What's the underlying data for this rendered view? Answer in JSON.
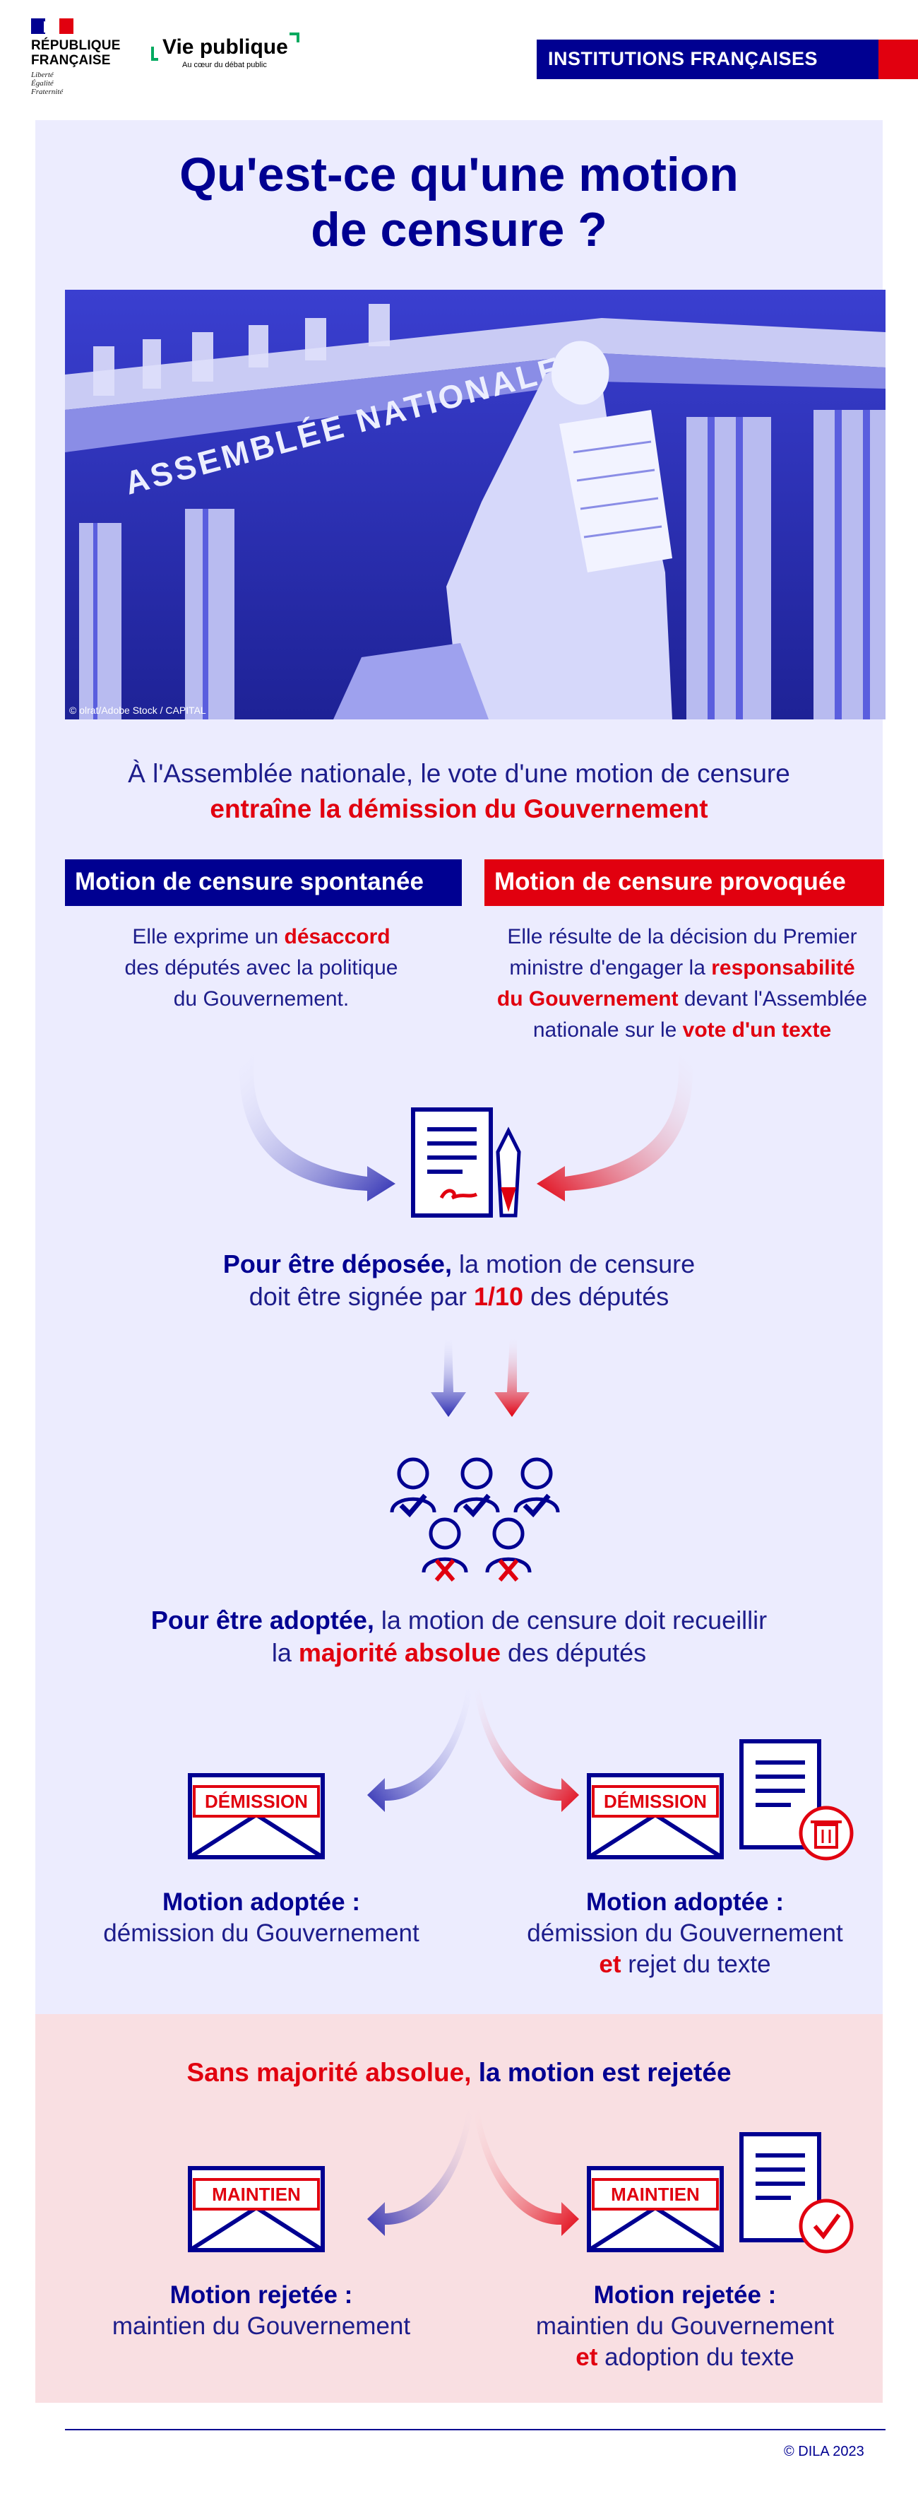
{
  "header": {
    "republic_name_line1": "RÉPUBLIQUE",
    "republic_name_line2": "FRANÇAISE",
    "motto_1": "Liberté",
    "motto_2": "Égalité",
    "motto_3": "Fraternité",
    "logo_title": "Vie publique",
    "logo_subtitle": "Au cœur du débat public",
    "category_tag": "INSTITUTIONS FRANÇAISES"
  },
  "title": {
    "line1": "Qu'est-ce qu'une motion",
    "line2": "de censure ?"
  },
  "photo": {
    "inscription": "ASSEMBLÉE NATIONALE",
    "credit": "© olrat/Adobe Stock / CAPITAL"
  },
  "intro": {
    "text": "À l'Assemblée nationale, le vote d'une motion de censure",
    "highlight": "entraîne la démission du Gouvernement"
  },
  "types": {
    "spontaneous": {
      "label": "Motion de censure spontanée",
      "desc_1": "Elle exprime un ",
      "desc_hl": "désaccord",
      "desc_2": "des députés avec la politique",
      "desc_3": "du Gouvernement."
    },
    "provoked": {
      "label": "Motion de censure provoquée",
      "desc_1": "Elle résulte de la décision du Premier",
      "desc_2": "ministre d'engager la ",
      "desc_hl1": "responsabilité",
      "desc_hl2": "du Gouvernement",
      "desc_3": " devant l'Assemblée",
      "desc_4": "nationale sur le ",
      "desc_hl3": "vote d'un texte"
    }
  },
  "step_filing": {
    "bold": "Pour être déposée,",
    "text_1": " la motion de censure",
    "text_2": "doit être signée par ",
    "hl": "1/10",
    "text_3": " des députés"
  },
  "step_adoption": {
    "bold": "Pour être adoptée,",
    "text_1": " la motion de censure doit recueillir",
    "text_2": "la ",
    "hl": "majorité absolue",
    "text_3": " des députés"
  },
  "adopted": {
    "envelope_label": "DÉMISSION",
    "left_title": "Motion adoptée :",
    "left_text": "démission du Gouvernement",
    "right_title": "Motion adoptée :",
    "right_text": "démission du Gouvernement",
    "right_and": "et",
    "right_text_2": " rejet du texte"
  },
  "rejected": {
    "head_red": "Sans majorité absolue,",
    "head_blue": " la motion est rejetée",
    "envelope_label": "MAINTIEN",
    "left_title": "Motion rejetée :",
    "left_text": "maintien du Gouvernement",
    "right_title": "Motion rejetée :",
    "right_text": "maintien du Gouvernement",
    "right_and": "et",
    "right_text_2": " adoption du texte"
  },
  "footer": {
    "copyright": "© DILA 2023"
  },
  "colors": {
    "navy": "#000091",
    "red": "#e1000f",
    "blue_bg": "#ececfe",
    "pink_bg": "#f9dfe2"
  },
  "icons": [
    "marianne-flag-icon",
    "document-pen-icon",
    "deputies-vote-icon",
    "envelope-icon",
    "document-trash-icon",
    "document-check-icon",
    "curved-arrow-icon"
  ]
}
